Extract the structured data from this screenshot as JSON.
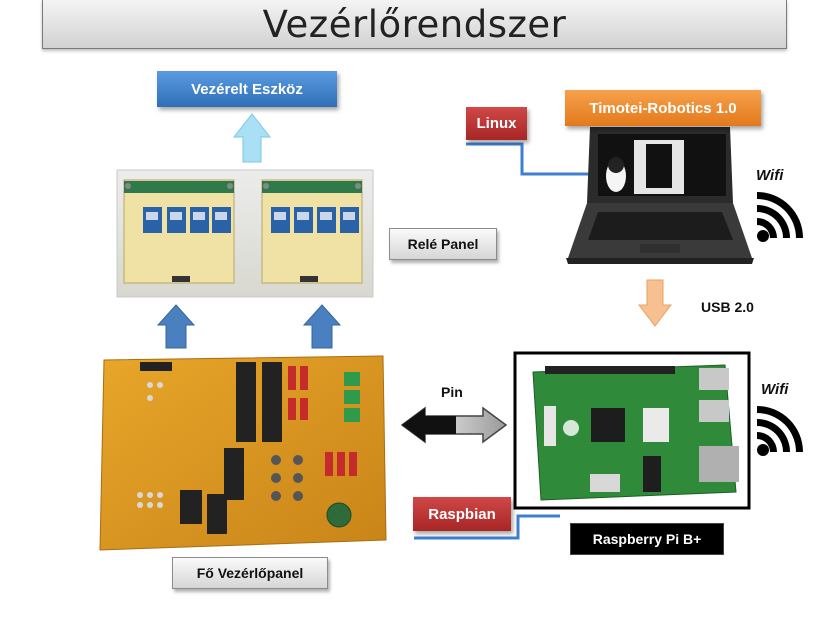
{
  "title": "Vezérlőrendszer",
  "labels": {
    "controlled_device": "Vezérelt Eszköz",
    "relay_panel": "Relé Panel",
    "main_control_panel": "Fő Vezérlőpanel",
    "linux": "Linux",
    "software": "Timotei-Robotics 1.0",
    "wifi_top": "Wifi",
    "wifi_bottom": "Wifi",
    "usb": "USB 2.0",
    "pin": "Pin",
    "raspbian": "Raspbian",
    "raspberry_pi": "Raspberry Pi B+"
  },
  "icons": [
    "relay-board-photo",
    "control-panel-photo",
    "laptop-photo",
    "raspberry-pi-photo",
    "wifi-icon"
  ],
  "colors": {
    "blue_label": "#3a7fcc",
    "orange_label": "#ef8a30",
    "red_label": "#b83232",
    "arrow_blue": "#4a80c0",
    "arrow_light_blue": "#a9e0f5",
    "arrow_orange": "#f7c091",
    "connector_line": "#3f7fd0"
  }
}
